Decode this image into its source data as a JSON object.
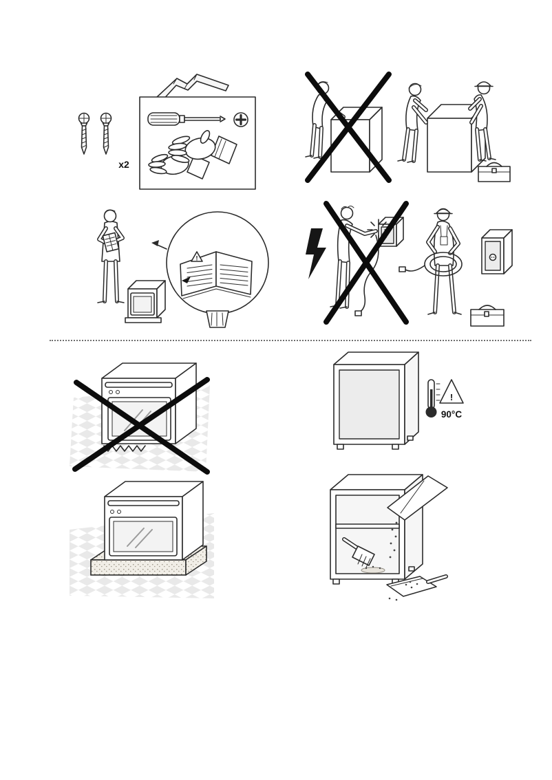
{
  "page": {
    "title": "oven-installation-safety-instructions"
  },
  "labels": {
    "screw_count": "x2",
    "cabinet_temperature": "90°C",
    "warning_mark": "!"
  },
  "colors": {
    "line": "#2b2b2b",
    "cross": "#0c0c0c",
    "shade_light": "#ececec",
    "floor_check": "#e9e9e9",
    "plinth_stipple": "#958e7f"
  },
  "panels": [
    {
      "id": "fixing-materials",
      "items": [
        "screws-x2",
        "mounting-bracket",
        "screwdriver",
        "phillips-bit",
        "protective-gloves"
      ]
    },
    {
      "id": "two-person-lift",
      "prohibited": "single-person-lift"
    },
    {
      "id": "read-instructions",
      "items": [
        "manual-booklet",
        "warning-page",
        "bracket-part"
      ]
    },
    {
      "id": "electrical-connection",
      "prohibited": "diy-electrical-work",
      "required": "qualified-technician"
    },
    {
      "id": "no-floor-installation",
      "prohibited": "oven-directly-on-floor"
    },
    {
      "id": "cabinet-heat-resistance"
    },
    {
      "id": "oven-on-plinth"
    },
    {
      "id": "clean-cabinet-before-install",
      "items": [
        "sawdust-chute",
        "hand-brush",
        "dustpan"
      ]
    }
  ]
}
